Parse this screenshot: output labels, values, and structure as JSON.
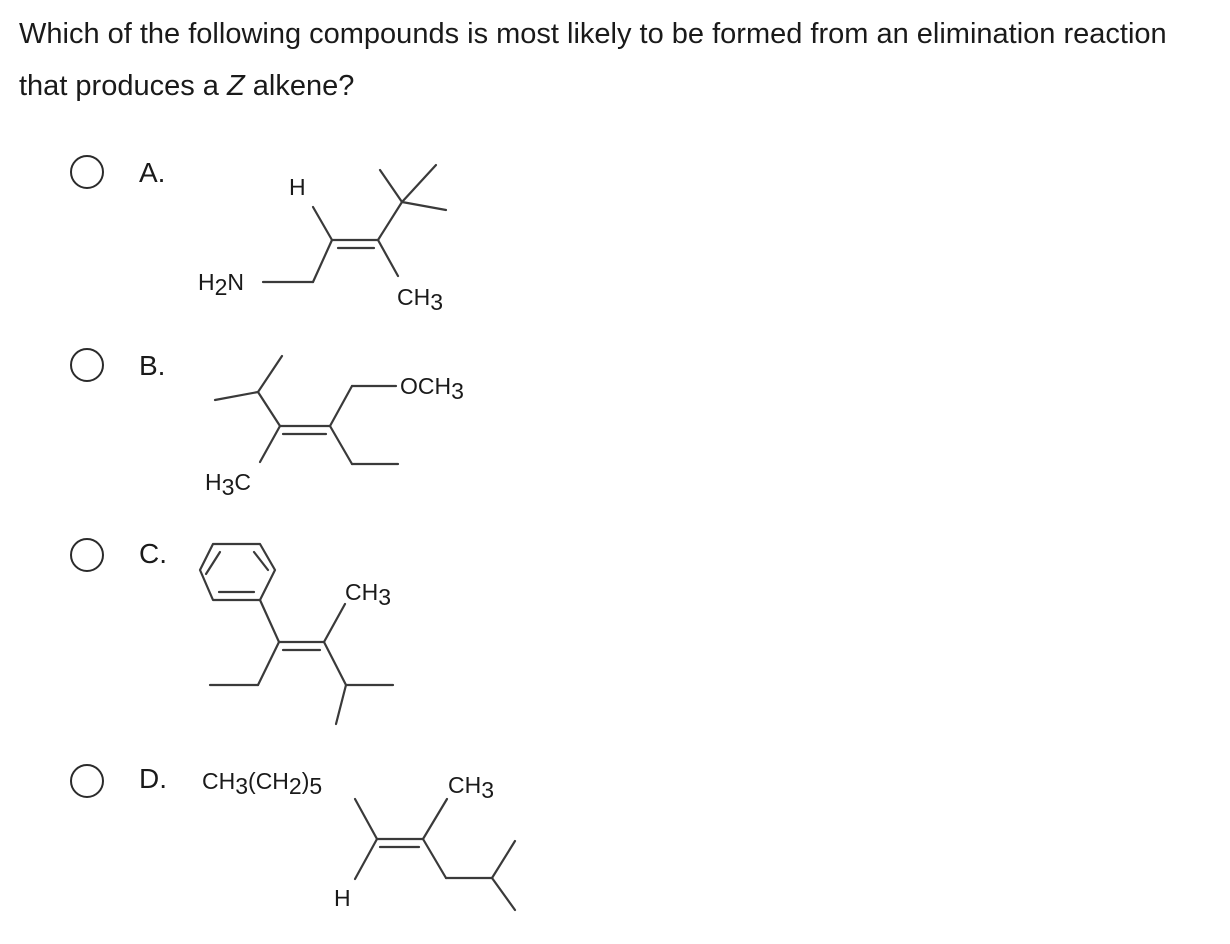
{
  "question": {
    "text_before": "Which of the following compounds is most likely to be formed from an elimination reaction that produces a ",
    "italic": "Z",
    "text_after": " alkene?"
  },
  "options": [
    {
      "letter": "A.",
      "labels": {
        "h": "H",
        "h2n": "H",
        "h2n_sub": "2",
        "h2n_n": "N",
        "ch3": "CH",
        "ch3_sub": "3"
      }
    },
    {
      "letter": "B.",
      "labels": {
        "och3": "OCH",
        "och3_sub": "3",
        "h3c": "H",
        "h3c_sub": "3",
        "h3c_c": "C"
      }
    },
    {
      "letter": "C.",
      "labels": {
        "ch3": "CH",
        "ch3_sub": "3"
      }
    },
    {
      "letter": "D.",
      "labels": {
        "chain_a": "CH",
        "chain_sub1": "3",
        "chain_b": "(CH",
        "chain_sub2": "2",
        "chain_c": ")",
        "chain_sub3": "5",
        "h": "H",
        "ch3": "CH",
        "ch3_sub": "3"
      }
    }
  ]
}
